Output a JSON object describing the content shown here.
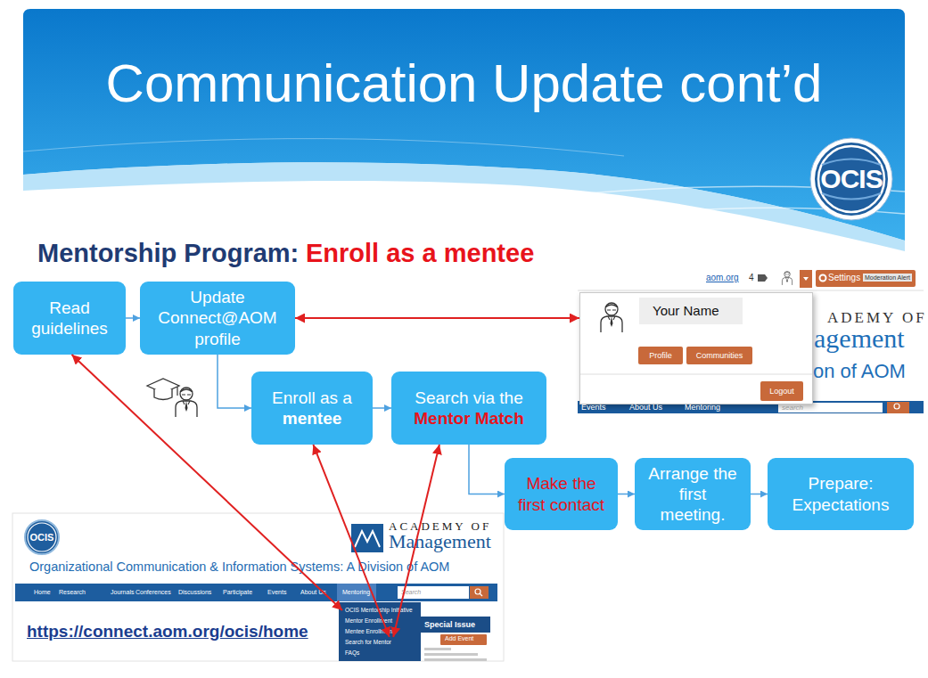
{
  "diagram": {
    "title": "Communication Update cont’d",
    "nodes": [
      {
        "text": [
          "Read guidelines"
        ]
      },
      {
        "text": [
          "Update Connect@AOM profile"
        ]
      },
      {
        "text": [
          "Enroll as a",
          "mentee"
        ]
      },
      {
        "text": [
          "Search via the",
          "Mentor Match"
        ]
      },
      {
        "text": [
          "Make the first contact"
        ]
      },
      {
        "text": [
          "Arrange the first meeting."
        ]
      },
      {
        "text": [
          "Prepare: Expectations"
        ]
      },
      {
        "text": [
          "Your Name"
        ]
      },
      {
        "text": [
          "Organizational Communication & Information Systems: A Division of AOM"
        ]
      },
      {
        "text": [
          "OCIS Mentorship Initiative"
        ],
        "in": 8
      },
      {
        "text": [
          "Mentor Enrollment"
        ],
        "in": 8
      },
      {
        "text": [
          "Mentee Enrollment"
        ],
        "in": 8
      },
      {
        "text": [
          "Search for Mentor"
        ],
        "in": 8
      },
      {
        "text": [
          "FAQs"
        ],
        "in": 8
      }
    ],
    "edges": [
      {
        "from": 0,
        "to": 1,
        "arrow": "to"
      },
      {
        "from": 1,
        "to": 2,
        "arrow": "to"
      },
      {
        "from": 2,
        "to": 3,
        "arrow": "to"
      },
      {
        "from": 3,
        "to": 4,
        "arrow": "to"
      },
      {
        "from": 4,
        "to": 5,
        "arrow": "to"
      },
      {
        "from": 5,
        "to": 6,
        "arrow": "to"
      },
      {
        "from": 1,
        "to": 7,
        "arrow": "both"
      },
      {
        "from": 0,
        "to": 9,
        "arrow": "both"
      },
      {
        "from": 2,
        "to": 11,
        "arrow": "both"
      },
      {
        "from": 3,
        "to": 12,
        "arrow": "both"
      }
    ],
    "labels": [
      "Mentorship Program:",
      "Enroll as a mentee",
      "OCIS",
      "aom.org",
      "4",
      "Settings",
      "Moderation Alert",
      "ADEMY OF",
      "agement",
      "on of AOM",
      "Events",
      "About Us",
      "Mentoring",
      "search",
      "Profile",
      "Communities",
      "Logout",
      "OCIS",
      "ACADEMY OF",
      "Management",
      "Home",
      "Research",
      "Journals",
      "Conferences",
      "Discussions",
      "Participate",
      "Events",
      "About Us",
      "Mentoring",
      "Search",
      "Special Issue",
      "Add Event",
      "https://connect.aom.org/ocis/home"
    ]
  }
}
